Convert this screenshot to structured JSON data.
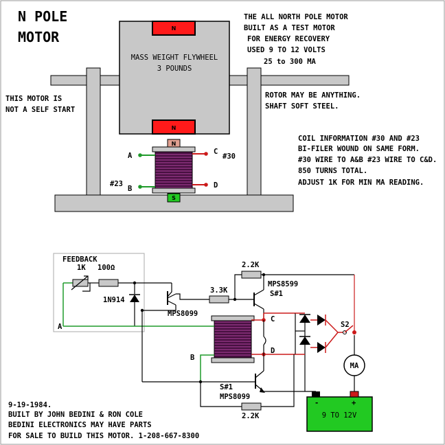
{
  "title": {
    "line1": "N POLE",
    "line2": "MOTOR"
  },
  "description": [
    "THE ALL NORTH POLE MOTOR",
    "BUILT AS A TEST MOTOR",
    "FOR ENERGY RECOVERY",
    "USED 9 TO 12 VOLTS",
    "25 to 300 MA"
  ],
  "flywheel": {
    "line1": "MASS WEIGHT FLYWHEEL",
    "line2": "3 POUNDS"
  },
  "magnet_label": "N",
  "coil_top_pole": "N",
  "coil_bottom_pole": "S",
  "not_self_start": [
    "THIS MOTOR IS",
    "NOT A SELF START"
  ],
  "rotor_note": [
    "ROTOR MAY BE ANYTHING.",
    "SHAFT SOFT STEEL."
  ],
  "coil_info": [
    "COIL INFORMATION  #30 AND #23",
    "BI-FILER WOUND ON SAME FORM.",
    "#30 WIRE TO A&B  #23 WIRE TO C&D.",
    "850 TURNS TOTAL.",
    "ADJUST 1K FOR MIN MA READING."
  ],
  "terminals": {
    "a": "A",
    "b": "B",
    "c": "C",
    "d": "D"
  },
  "wire_labels": {
    "w30": "#30",
    "w23": "#23"
  },
  "circuit": {
    "feedback": "FEEDBACK",
    "pot": "1K",
    "r100": "100Ω",
    "diode": "1N914",
    "q_driver": "MPS8099",
    "r33k": "3.3K",
    "r22k_top": "2.2K",
    "q_top_type": "MPS8599",
    "q_top_name": "S#1",
    "q_bot_name": "S#1",
    "q_bot_type": "MPS8099",
    "r22k_bot": "2.2K",
    "s2": "S2",
    "meter": "MA",
    "battery": "9 TO 12V",
    "minus": "-",
    "plus": "+"
  },
  "footer": [
    "9-19-1984.",
    "BUILT BY JOHN BEDINI & RON COLE",
    "BEDINI ELECTRONICS MAY HAVE PARTS",
    "FOR SALE TO BUILD THIS MOTOR. 1-208-667-8300"
  ],
  "colors": {
    "magnet_red": "#ff1a1a",
    "coil_purple": "#5a1450",
    "wire_green": "#1f9a2a",
    "wire_red": "#cc1a1a",
    "battery_green": "#22c922",
    "frame_gray": "#c8c8c8"
  }
}
